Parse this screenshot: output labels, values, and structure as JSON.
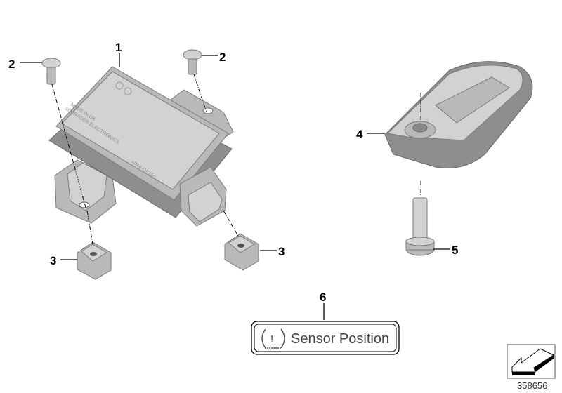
{
  "diagram": {
    "callouts": {
      "c1": "1",
      "c2a": "2",
      "c2b": "2",
      "c3a": "3",
      "c3b": "3",
      "c4": "4",
      "c5": "5",
      "c6": "6"
    },
    "module_markings": {
      "line1": "MADE IN UK",
      "line2": "SCHRADER ELECTRONICS",
      "material": ">PA6-GF15<"
    },
    "label_sticker": {
      "icon": "tpms-warning-icon",
      "text": "Sensor Position"
    },
    "orientation_icon": "arrow-direction-icon",
    "reference_number": "358656"
  }
}
